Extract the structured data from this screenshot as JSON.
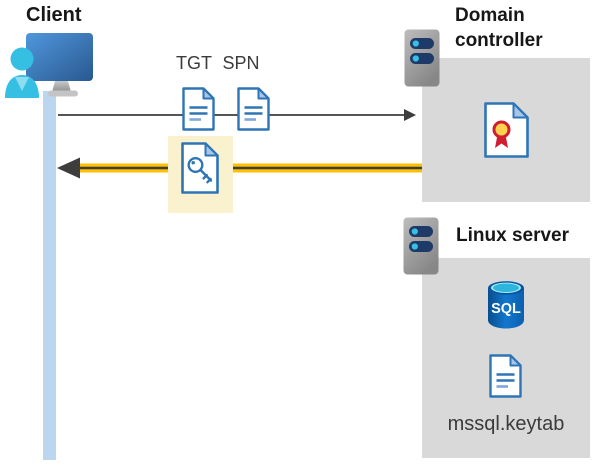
{
  "client": {
    "label": "Client"
  },
  "tickets": {
    "tgt": "TGT",
    "spn": "SPN"
  },
  "domain_controller": {
    "label": "Domain controller"
  },
  "linux_server": {
    "label": "Linux server",
    "sql_badge": "SQL",
    "keytab_filename": "mssql.keytab"
  },
  "icons": {
    "client": "user-at-monitor-icon",
    "domain_controller": "server-icon",
    "linux_server": "server-icon",
    "tgt": "document-icon",
    "spn": "document-icon",
    "returned_ticket": "key-document-icon",
    "domain_controller_content": "certificate-icon",
    "database": "sql-database-icon",
    "keytab": "document-icon"
  },
  "colors": {
    "doc_blue": "#2e75b6",
    "fold_blue": "#a7c6e8",
    "box_gray": "#d9d9d9",
    "highlight_yellow": "#faf2cf",
    "arrow_gold": "#ffc000",
    "arrow_dark": "#3d3d3d",
    "line_gray": "#555555",
    "bar_blue": "#bcd6f0",
    "cyan": "#38c0e4",
    "sql_blue": "#0d66b8",
    "cert_red": "#cf1f2f",
    "cert_gold": "#ffd34d"
  }
}
